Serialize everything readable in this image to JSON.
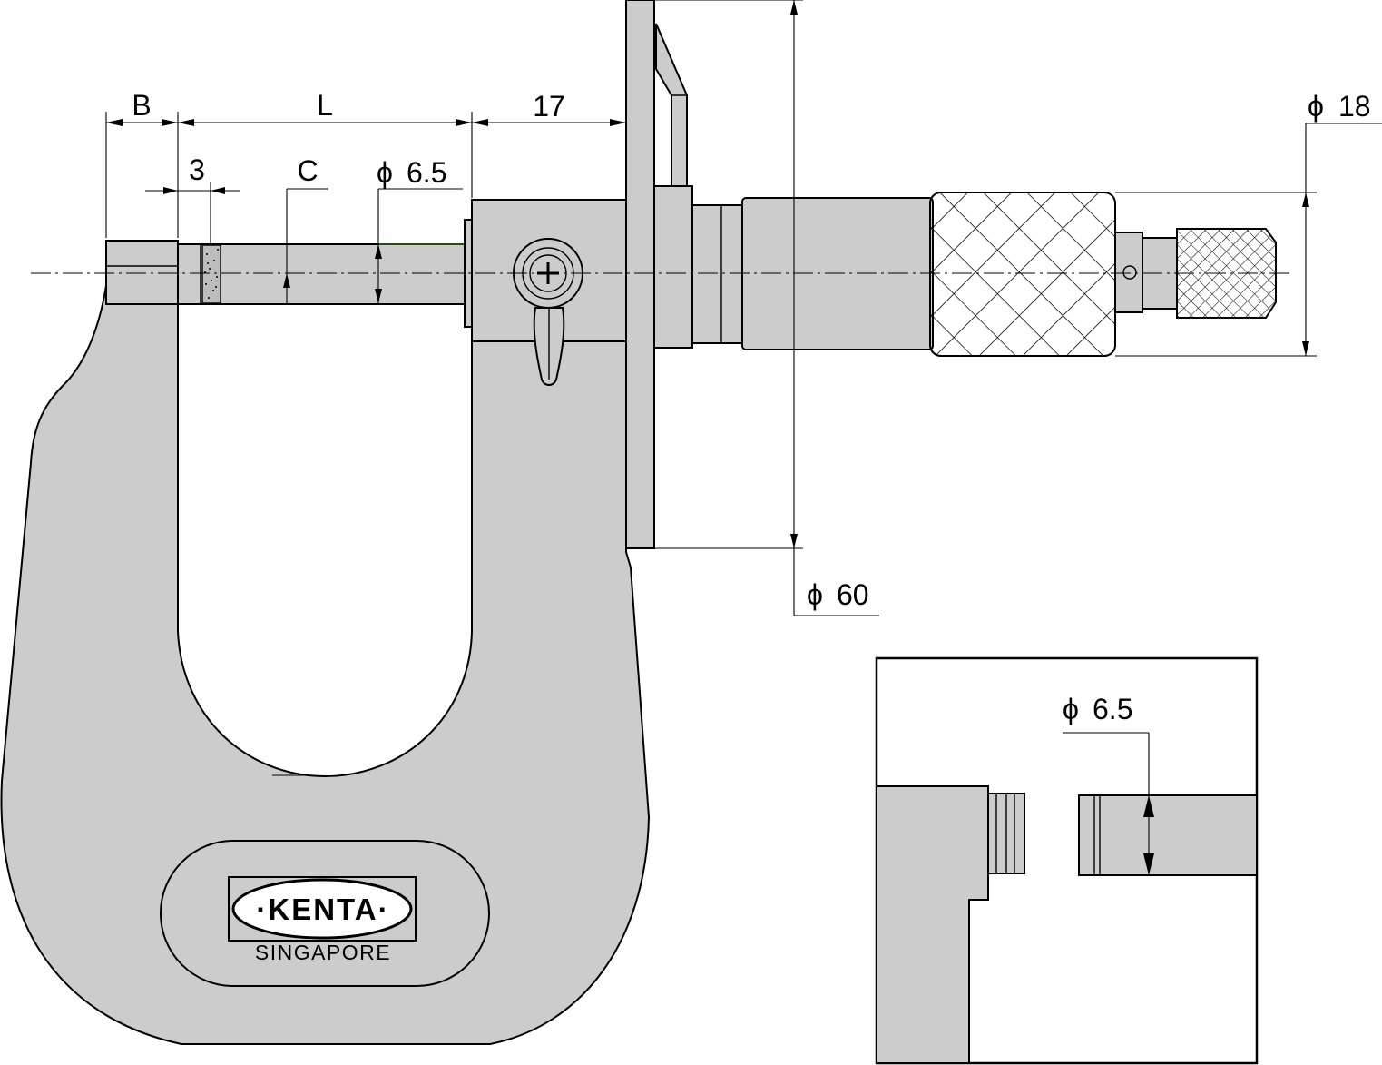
{
  "labels": {
    "b": "B",
    "l": "L",
    "seventeen": "17",
    "three": "3",
    "c": "C",
    "phi": "ϕ",
    "anvil_diameter": "6.5",
    "thimble_diameter": "18",
    "dial_diameter": "60",
    "detail_diameter": "6.5"
  },
  "logo": {
    "brand": "·KENTA·",
    "country": "SINGAPORE"
  },
  "colors": {
    "body_fill": "#cccccc",
    "line": "#000000",
    "background": "#ffffff"
  }
}
